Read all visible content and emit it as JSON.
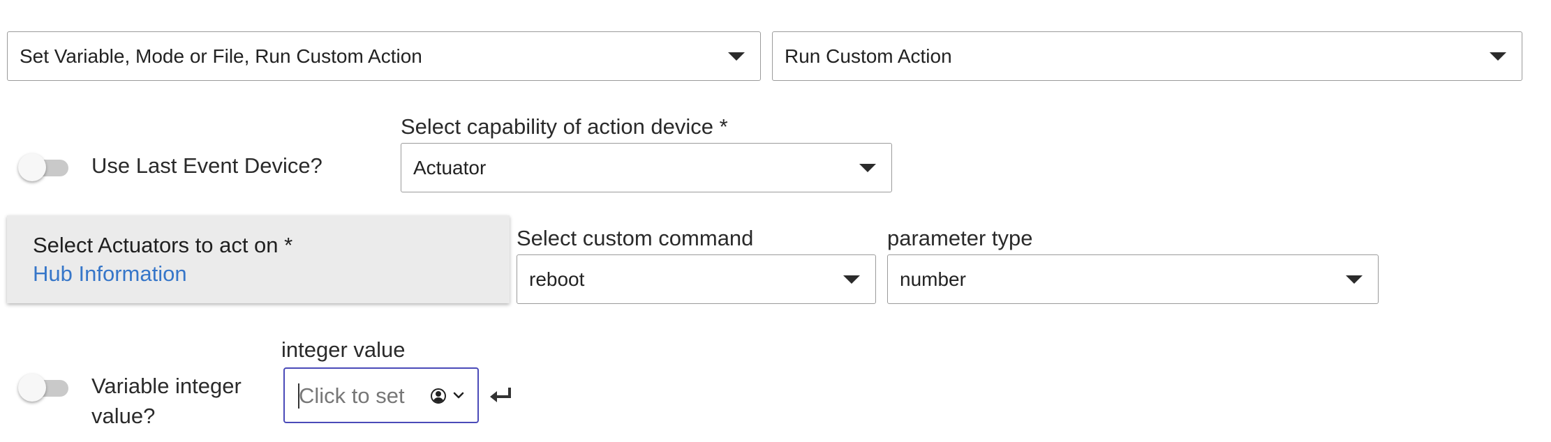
{
  "row1": {
    "action_type": "Set Variable, Mode or File, Run Custom Action",
    "action": "Run Custom Action"
  },
  "row2": {
    "use_last_event_device": "Use Last Event Device?",
    "capability_label": "Select capability of action device *",
    "capability_value": "Actuator"
  },
  "row3": {
    "actuators_label": "Select Actuators to act on *",
    "actuators_value": "Hub Information",
    "command_label": "Select custom command",
    "command_value": "reboot",
    "param_type_label": "parameter type",
    "param_type_value": "number"
  },
  "row4": {
    "variable_toggle_line1": "Variable integer",
    "variable_toggle_line2": "value?",
    "integer_label": "integer value",
    "integer_placeholder": "Click to set"
  },
  "icons": {
    "dropdown": "caret-down-icon",
    "person": "person-circle-icon",
    "chevron": "chevron-down-icon",
    "enter": "enter-arrow-icon"
  },
  "colors": {
    "link": "#3676c9",
    "focus_border": "#4a4ab8",
    "card_bg": "#ebebeb"
  }
}
